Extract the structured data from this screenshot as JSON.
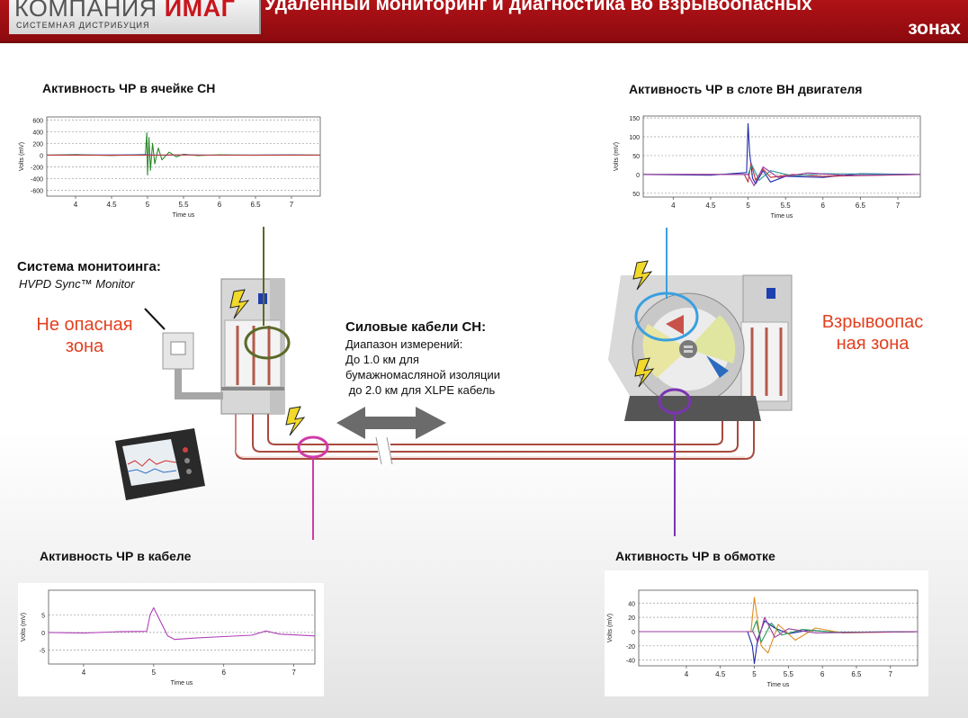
{
  "header": {
    "logo_part1": "КОМПАНИЯ",
    "logo_part2": "ИМАГ",
    "logo_sub": "СИСТЕМНАЯ ДИСТРИБУЦИЯ",
    "title_line1": "Удаленный мониторинг и диагностика во взрывоопасных",
    "title_line2": "зонах"
  },
  "labels": {
    "monitor_title": "Система монитоинга:",
    "monitor_sub": "HVPD Sync™ Monitor",
    "safe_zone_1": "Не опасная",
    "safe_zone_2": "зона",
    "hazard_zone_1": "Взрывоопас",
    "hazard_zone_2": "ная зона",
    "cables_title": "Силовые кабели СН:",
    "cables_line1": "Диапазон измерений:",
    "cables_line2": "До 1.0 км для",
    "cables_line3": "бумажномасляной изоляции",
    "cables_line4": " до 2.0 км для XLPE кабель"
  },
  "colors": {
    "header_red": "#a30f14",
    "zone_red": "#e2401f",
    "cable_red": "#a84a3e",
    "tap_olive": "#5c6a2a",
    "tap_magenta": "#d03aa8",
    "tap_blue": "#3aa0e0",
    "tap_purple": "#7a35b0"
  },
  "chart_data": [
    {
      "id": "cell",
      "type": "line",
      "title": "Активность ЧР в ячейке СН",
      "xlabel": "Time us",
      "ylabel": "Volts (mV)",
      "xlim": [
        3.6,
        7.4
      ],
      "ylim": [
        -700,
        650
      ],
      "xticks": [
        "4",
        "4.5",
        "5",
        "5.5",
        "6",
        "6.5",
        "7"
      ],
      "xtick_values": [
        4,
        4.5,
        5,
        5.5,
        6,
        6.5,
        7
      ],
      "yticks": [
        "600",
        "400",
        "200",
        "0",
        "-200",
        "-400",
        "-600"
      ],
      "ytick_values": [
        600,
        400,
        200,
        0,
        -200,
        -400,
        -600
      ],
      "series": [
        {
          "color": "#2a8a2a",
          "x": [
            3.6,
            4.0,
            4.5,
            4.97,
            4.99,
            5.0,
            5.02,
            5.04,
            5.07,
            5.1,
            5.15,
            5.2,
            5.3,
            5.4,
            5.5,
            5.7,
            6.0,
            6.5,
            7.0,
            7.4
          ],
          "y": [
            0,
            8,
            -6,
            10,
            380,
            -340,
            300,
            -260,
            200,
            -150,
            120,
            -80,
            50,
            -30,
            15,
            -8,
            5,
            -4,
            3,
            0
          ]
        },
        {
          "color": "#3a55c0",
          "x": [
            3.6,
            5.0,
            5.2,
            5.5,
            6.0,
            7.0,
            7.4
          ],
          "y": [
            0,
            4,
            -3,
            5,
            -2,
            2,
            0
          ]
        },
        {
          "color": "#c04040",
          "x": [
            3.6,
            5.0,
            5.3,
            6.0,
            7.4
          ],
          "y": [
            0,
            -4,
            3,
            -2,
            0
          ]
        }
      ]
    },
    {
      "id": "slot",
      "type": "line",
      "title": "Активность ЧР в слоте ВН двигателя",
      "xlabel": "Time us",
      "ylabel": "Volts (mV)",
      "xlim": [
        3.6,
        7.3
      ],
      "ylim": [
        -60,
        155
      ],
      "xticks": [
        "4",
        "4.5",
        "5",
        "5.5",
        "6",
        "6.5",
        "7"
      ],
      "xtick_values": [
        4,
        4.5,
        5,
        5.5,
        6,
        6.5,
        7
      ],
      "yticks": [
        "150",
        "100",
        "50",
        "0",
        "50"
      ],
      "ytick_values": [
        150,
        100,
        50,
        0,
        -50
      ],
      "series": [
        {
          "color": "#1e2aa8",
          "x": [
            3.6,
            4.5,
            4.98,
            5.0,
            5.02,
            5.06,
            5.1,
            5.2,
            5.3,
            5.5,
            6.0,
            6.5,
            7.3
          ],
          "y": [
            0,
            -2,
            5,
            135,
            60,
            -10,
            -25,
            10,
            -20,
            -5,
            -8,
            2,
            0
          ]
        },
        {
          "color": "#c03030",
          "x": [
            3.6,
            4.95,
            5.0,
            5.04,
            5.1,
            5.2,
            5.3,
            5.6,
            6.0,
            7.3
          ],
          "y": [
            0,
            0,
            -20,
            30,
            -15,
            15,
            -8,
            0,
            -5,
            0
          ]
        },
        {
          "color": "#2a9a9a",
          "x": [
            3.6,
            5.0,
            5.05,
            5.15,
            5.3,
            5.6,
            6.0,
            7.3
          ],
          "y": [
            0,
            0,
            25,
            -15,
            10,
            -4,
            2,
            0
          ]
        },
        {
          "color": "#9a3aa0",
          "x": [
            3.6,
            5.0,
            5.08,
            5.2,
            5.4,
            5.8,
            6.3,
            7.3
          ],
          "y": [
            0,
            0,
            -30,
            20,
            -8,
            4,
            -3,
            0
          ]
        }
      ]
    },
    {
      "id": "cable",
      "type": "line",
      "title": "Активность ЧР в кабеле",
      "xlabel": "Time us",
      "ylabel": "Volts (mV)",
      "xlim": [
        3.5,
        7.3
      ],
      "ylim": [
        -9,
        12
      ],
      "xticks": [
        "4",
        "5",
        "6",
        "7"
      ],
      "xtick_values": [
        4,
        5,
        6,
        7
      ],
      "yticks": [
        "5",
        "0",
        "-5"
      ],
      "ytick_values": [
        5,
        0,
        -5
      ],
      "series": [
        {
          "color": "#b040b8",
          "x": [
            3.5,
            4.0,
            4.5,
            4.9,
            4.95,
            5.0,
            5.1,
            5.2,
            5.3,
            5.6,
            6.0,
            6.4,
            6.6,
            6.8,
            7.0,
            7.3
          ],
          "y": [
            0,
            -0.2,
            0.2,
            0.3,
            5,
            7,
            3,
            -1,
            -2,
            -1.6,
            -1.2,
            -0.8,
            0.4,
            -0.5,
            -0.7,
            -1
          ]
        }
      ]
    },
    {
      "id": "winding",
      "type": "line",
      "title": "Активность ЧР в обмотке",
      "xlabel": "Time us",
      "ylabel": "Volts (mV)",
      "xlim": [
        3.3,
        7.4
      ],
      "ylim": [
        -48,
        58
      ],
      "xticks": [
        "4",
        "4.5",
        "5",
        "5.5",
        "6",
        "6.5",
        "7"
      ],
      "xtick_values": [
        4,
        4.5,
        5,
        5.5,
        6,
        6.5,
        7
      ],
      "yticks": [
        "40",
        "20",
        "0",
        "-20",
        "-40"
      ],
      "ytick_values": [
        40,
        20,
        0,
        -20,
        -40
      ],
      "series": [
        {
          "color": "#1e2aa8",
          "x": [
            3.3,
            4.9,
            4.97,
            5.0,
            5.05,
            5.15,
            5.3,
            5.5,
            5.8,
            6.2,
            7.4
          ],
          "y": [
            0,
            0,
            -20,
            -45,
            -10,
            15,
            5,
            -3,
            2,
            -1,
            0
          ]
        },
        {
          "color": "#e08a20",
          "x": [
            3.3,
            4.95,
            5.0,
            5.04,
            5.1,
            5.2,
            5.35,
            5.6,
            5.9,
            6.3,
            7.4
          ],
          "y": [
            0,
            0,
            48,
            20,
            -20,
            -30,
            10,
            -12,
            5,
            -2,
            0
          ]
        },
        {
          "color": "#2a9a5a",
          "x": [
            3.3,
            4.97,
            5.03,
            5.1,
            5.25,
            5.4,
            5.7,
            6.2,
            7.4
          ],
          "y": [
            0,
            0,
            15,
            -15,
            12,
            -5,
            3,
            -1,
            0
          ]
        },
        {
          "color": "#9a3aa0",
          "x": [
            3.3,
            4.98,
            5.05,
            5.15,
            5.3,
            5.5,
            5.9,
            7.4
          ],
          "y": [
            0,
            0,
            -15,
            20,
            -8,
            4,
            -2,
            0
          ]
        }
      ]
    }
  ]
}
